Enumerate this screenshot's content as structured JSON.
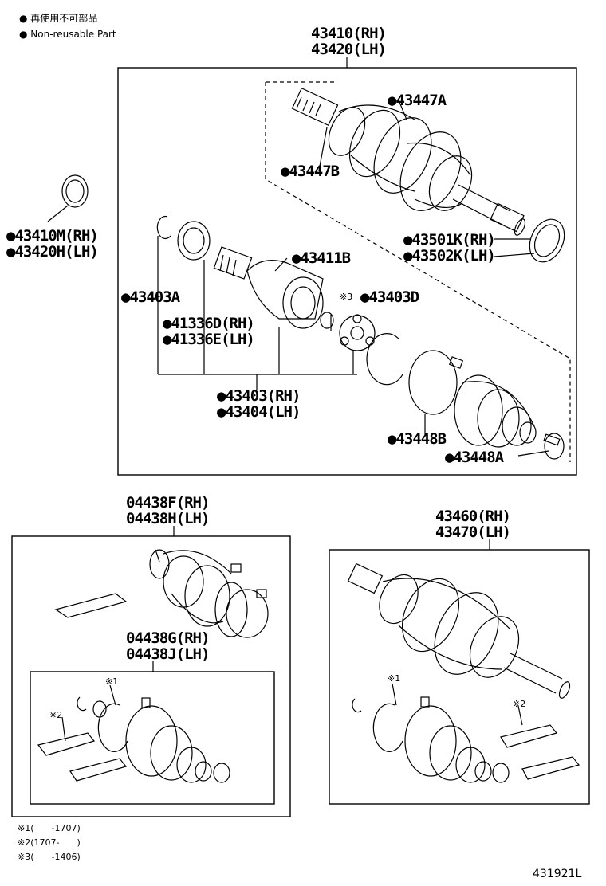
{
  "legend": {
    "line1": "● 再使用不可部品",
    "line2": "● Non-reusable Part"
  },
  "groups": {
    "main_a": "43410(RH)",
    "main_b": "43420(LH)",
    "kit_boot_a": "04438F(RH)",
    "kit_boot_b": "04438H(LH)",
    "kit_inner_a": "04438G(RH)",
    "kit_inner_b": "04438J(LH)",
    "shaft_a": "43460(RH)",
    "shaft_b": "43470(LH)"
  },
  "parts": {
    "p43447A": "●43447A",
    "p43447B": "●43447B",
    "p43410M": "●43410M(RH)",
    "p43420H": "●43420H(LH)",
    "p43501K": "●43501K(RH)",
    "p43502K": "●43502K(LH)",
    "p43411B": "●43411B",
    "p43403A": "●43403A",
    "p43403D_mark": "※3",
    "p43403D": "●43403D",
    "p41336D": "●41336D(RH)",
    "p41336E": "●41336E(LH)",
    "p43403RH": "●43403(RH)",
    "p43404LH": "●43404(LH)",
    "p43448B": "●43448B",
    "p43448A": "●43448A"
  },
  "marks": {
    "m1_a": "※1",
    "m2_a": "※2",
    "m1_b": "※1",
    "m2_b": "※2"
  },
  "footnotes": {
    "f1": "※1(　　-1707)",
    "f2": "※2(1707-　　)",
    "f3": "※3(　　-1406)"
  },
  "diagram_code": "431921L"
}
